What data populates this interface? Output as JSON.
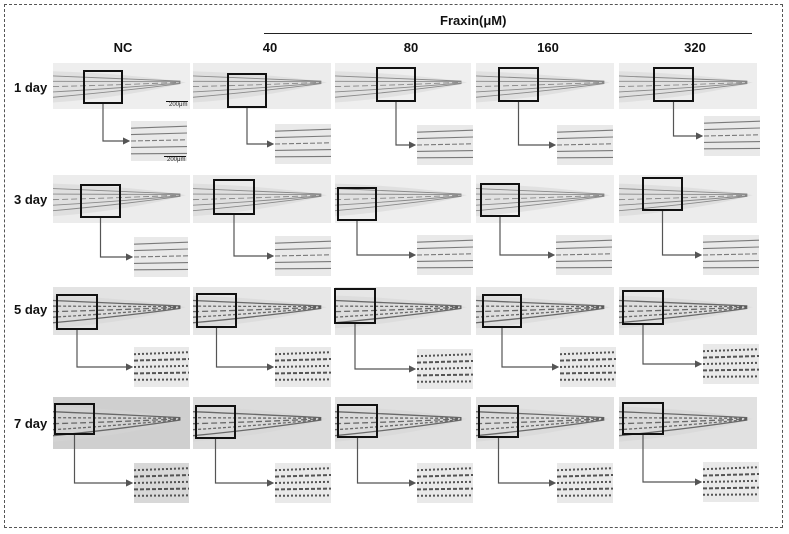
{
  "figure": {
    "group_label": "Fraxin(μM)",
    "columns": [
      "NC",
      "40",
      "80",
      "160",
      "320"
    ],
    "rows": [
      "1 day",
      "3 day",
      "5 day",
      "7 day"
    ],
    "scale_bar_main": "200μm",
    "scale_bar_zoom": "200μm"
  }
}
